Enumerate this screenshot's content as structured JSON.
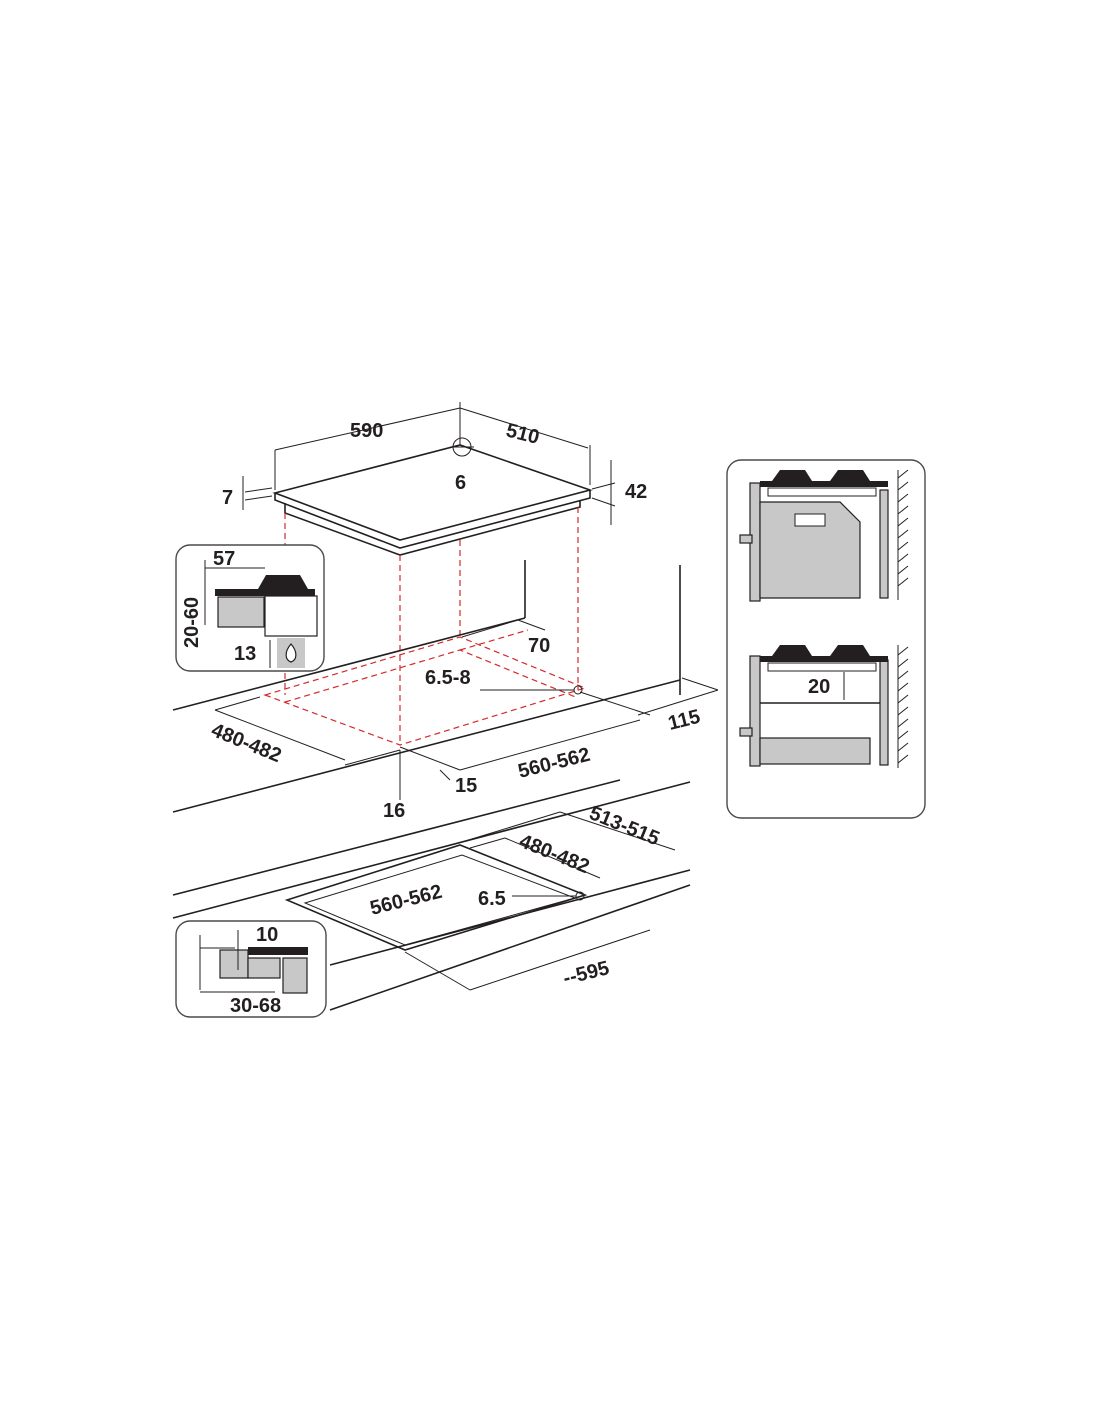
{
  "labels": {
    "width": "590",
    "depth": "510",
    "center": "6",
    "thickness": "7",
    "height": "42",
    "clearance_top": "57",
    "clearance_side": "20-60",
    "gas_offset": "13",
    "front_offset": "70",
    "screw_range": "6.5-8",
    "rear_clearance": "115",
    "cutout_depth": "480-482",
    "cutout_width": "560-562",
    "side_gap": "15",
    "front_gap": "16",
    "cut2_outer": "513-515",
    "cut2_depth": "480-482",
    "cut2_width": "560-562",
    "cut2_screw": "6.5",
    "cut2_total": "--595",
    "flush_step": "10",
    "flush_range": "30-68",
    "oven_gap": "20"
  },
  "icons": [
    "gas-flame-icon",
    "wall-hatch-icon",
    "burner-icon",
    "oven-icon",
    "drawer-icon"
  ]
}
